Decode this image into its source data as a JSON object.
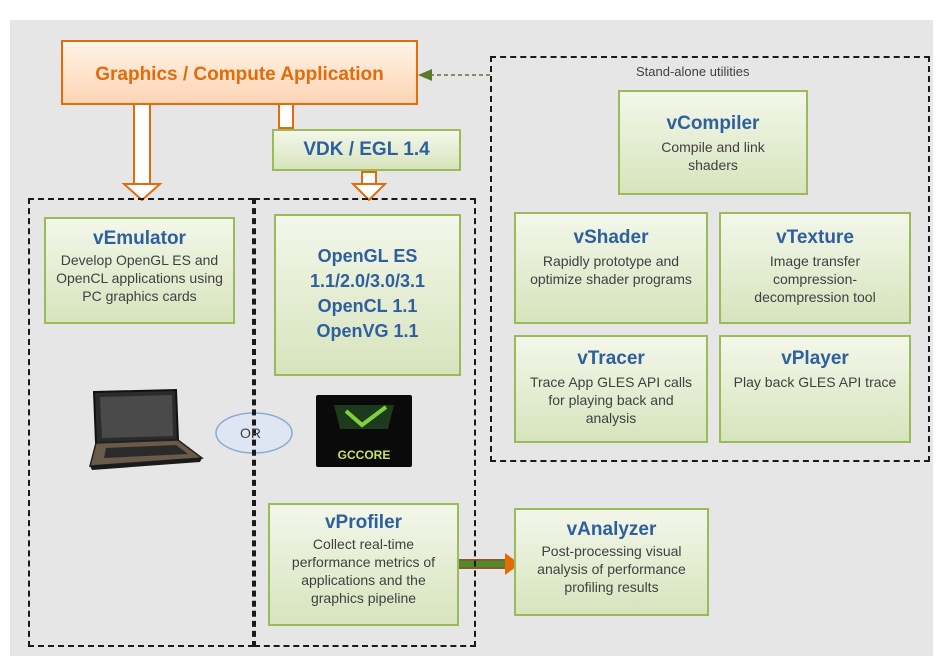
{
  "app": {
    "title": "Graphics / Compute Application"
  },
  "vdk": {
    "label": "VDK / EGL 1.4"
  },
  "utilities": {
    "heading": "Stand-alone utilities"
  },
  "vcompiler": {
    "title": "vCompiler",
    "desc": "Compile and link shaders"
  },
  "vshader": {
    "title": "vShader",
    "desc": "Rapidly prototype and optimize shader programs"
  },
  "vtexture": {
    "title": "vTexture",
    "desc": "Image transfer compression-decompression tool"
  },
  "vtracer": {
    "title": "vTracer",
    "desc": "Trace App GLES API calls for playing back and analysis"
  },
  "vplayer": {
    "title": "vPlayer",
    "desc": "Play back GLES API trace"
  },
  "vemulator": {
    "title": "vEmulator",
    "desc": "Develop OpenGL ES and OpenCL applications using PC graphics cards"
  },
  "apis": {
    "line1": "OpenGL ES",
    "line2": "1.1/2.0/3.0/3.1",
    "line3": "OpenCL 1.1",
    "line4": "OpenVG 1.1"
  },
  "or_label": "OR",
  "gccore": {
    "label": "GCCORE"
  },
  "vprofiler": {
    "title": "vProfiler",
    "desc": "Collect real-time performance metrics of applications and the graphics pipeline"
  },
  "vanalyzer": {
    "title": "vAnalyzer",
    "desc": "Post-processing visual analysis of performance profiling results"
  },
  "colors": {
    "app_text": "#e26b0a",
    "title_blue": "#2e5f9e",
    "box_border": "#9bbb59",
    "arrow_orange": "#e26b0a"
  }
}
